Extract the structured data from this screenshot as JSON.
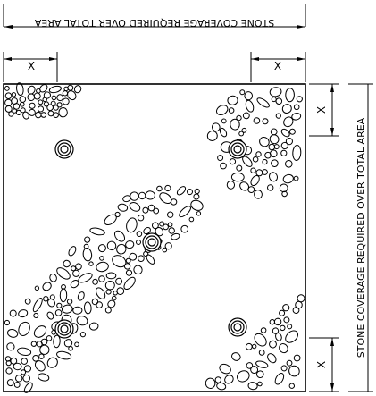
{
  "drawing": {
    "top_note": "STONE COVERAGE REQUIRED OVER TOTAL AREA",
    "side_note": "STONE COVERAGE REQUIRED OVER TOTAL AREA",
    "dim_top_left": "X",
    "dim_top_right": "X",
    "dim_right_top": "X",
    "dim_right_bottom": "X"
  }
}
